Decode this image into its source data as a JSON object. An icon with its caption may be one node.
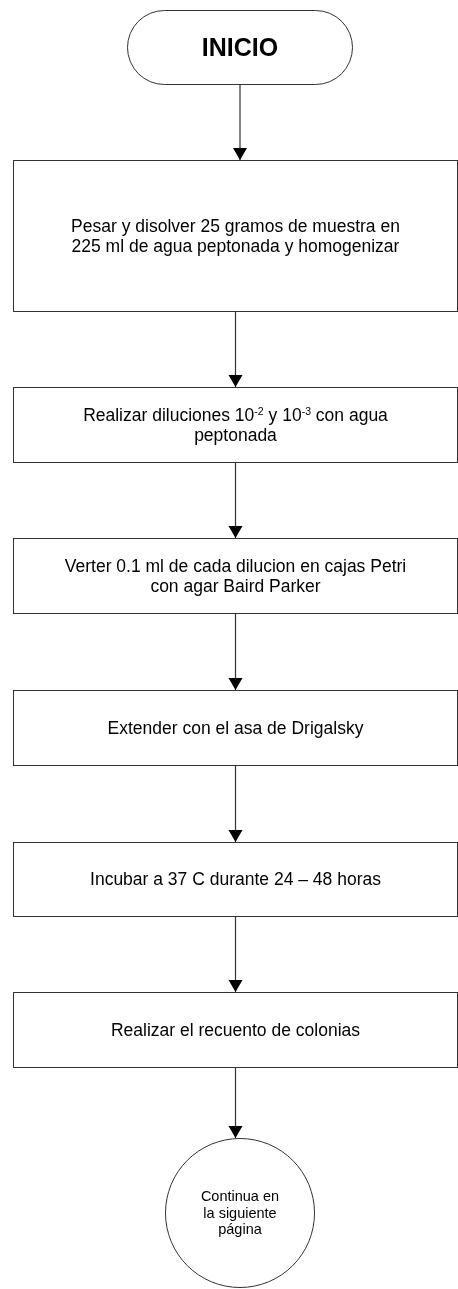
{
  "diagram": {
    "nodes": [
      {
        "text": [
          "INICIO"
        ]
      },
      {
        "text": [
          "Pesar y disolver 25 gramos de muestra en 225 ml de agua peptonada y homogenizar"
        ]
      },
      {
        "text": [
          "Realizar diluciones 10$^{-2}$ y 10$^{-3}$ con agua peptonada"
        ]
      },
      {
        "text": [
          "Verter 0.1 ml de cada dilucion en cajas Petri con agar Baird Parker"
        ]
      },
      {
        "text": [
          "Extender con el asa de Drigalsky"
        ]
      },
      {
        "text": [
          "Incubar a 37 C durante 24 – 48 horas"
        ]
      },
      {
        "text": [
          "Realizar el recuento de colonias"
        ]
      },
      {
        "text": [
          "Continua en la siguiente página"
        ]
      }
    ],
    "edges": [
      {
        "from": 0,
        "to": 1,
        "arrow": "to"
      },
      {
        "from": 1,
        "to": 2,
        "arrow": "to"
      },
      {
        "from": 2,
        "to": 3,
        "arrow": "to"
      },
      {
        "from": 3,
        "to": 4,
        "arrow": "to"
      },
      {
        "from": 4,
        "to": 5,
        "arrow": "to"
      },
      {
        "from": 5,
        "to": 6,
        "arrow": "to"
      },
      {
        "from": 6,
        "to": 7,
        "arrow": "to"
      }
    ]
  }
}
